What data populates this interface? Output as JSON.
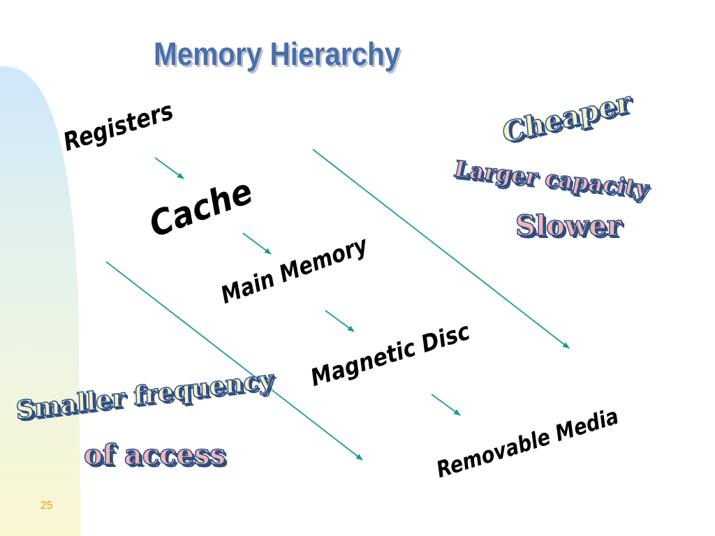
{
  "slide": {
    "title": "Memory Hierarchy",
    "page_number": "25"
  },
  "levels": [
    "Registers",
    "Cache",
    "Main Memory",
    "Magnetic Disc",
    "Removable Media"
  ],
  "right_annotation": {
    "line1": "Cheaper",
    "line2": "Larger capacity",
    "line3": "Slower"
  },
  "left_annotation": {
    "line1": "Smaller frequency",
    "line2": "of access"
  },
  "colors": {
    "title": "#4a6ea9",
    "arrow": "#1a9a96",
    "wordart_outline": "#2d4e82",
    "page_number": "#e0a020"
  }
}
